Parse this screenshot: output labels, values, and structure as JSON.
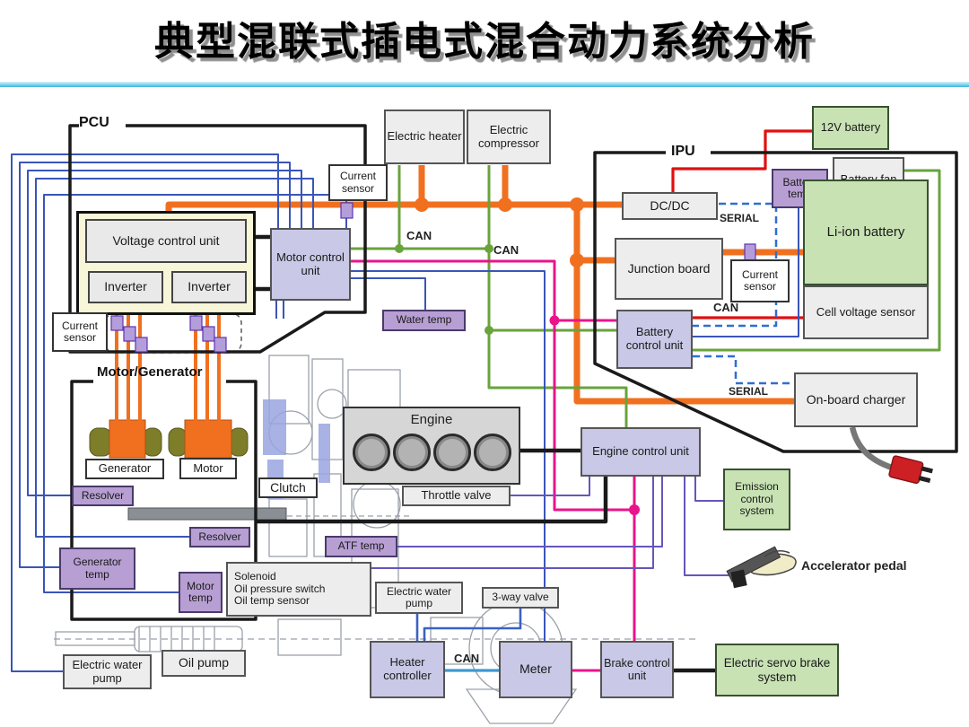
{
  "title": "典型混联式插电式混合动力系统分析",
  "labels": {
    "pcu": "PCU",
    "ipu": "IPU",
    "motor_generator": "Motor/Generator",
    "can": "CAN",
    "serial": "SERIAL",
    "accelerator_pedal": "Accelerator pedal"
  },
  "boxes": {
    "voltage_control_unit": "Voltage control unit",
    "inverter_left": "Inverter",
    "inverter_right": "Inverter",
    "motor_control_unit": "Motor control unit",
    "current_sensor_pcu_top": "Current sensor",
    "current_sensor_pcu_left": "Current sensor",
    "electric_heater": "Electric heater",
    "electric_compressor": "Electric compressor",
    "battery_12v": "12V battery",
    "dc_dc": "DC/DC",
    "battery_temp": "Battery temp",
    "battery_fan": "Battery fan",
    "li_ion_battery": "Li-ion battery",
    "cell_voltage_sensor": "Cell voltage sensor",
    "junction_board": "Junction board",
    "current_sensor_ipu": "Current sensor",
    "battery_control_unit": "Battery control unit",
    "on_board_charger": "On-board charger",
    "engine": "Engine",
    "throttle_valve": "Throttle valve",
    "engine_control_unit": "Engine control unit",
    "emission_control_system": "Emission control system",
    "generator": "Generator",
    "motor": "Motor",
    "clutch": "Clutch",
    "resolver_generator": "Resolver",
    "resolver_motor": "Resolver",
    "generator_temp": "Generator temp",
    "motor_temp": "Motor temp",
    "atf_temp": "ATF temp",
    "water_temp": "Water temp",
    "solenoid_group": "Solenoid\nOil pressure switch\nOil temp sensor",
    "electric_water_pump_left": "Electric water pump",
    "oil_pump": "Oil pump",
    "electric_water_pump_mid": "Electric water pump",
    "three_way_valve": "3-way valve",
    "heater_controller": "Heater controller",
    "meter": "Meter",
    "brake_control_unit": "Brake control unit",
    "electric_servo_brake_system": "Electric servo brake system"
  },
  "colors": {
    "power_cable": "#f07020",
    "battery_12v_wire": "#e01010",
    "can_green": "#69a33c",
    "can_pink": "#e8148c",
    "can_lightblue": "#3b9ad4",
    "signal_blue": "#3a55b8",
    "serial_dashed": "#2f6fd0",
    "title_underline": "#7fd4ec",
    "sensor_purple": "#b79fd3",
    "unit_lavender": "#c9c8e6",
    "battery_green": "#c8e2b4"
  }
}
